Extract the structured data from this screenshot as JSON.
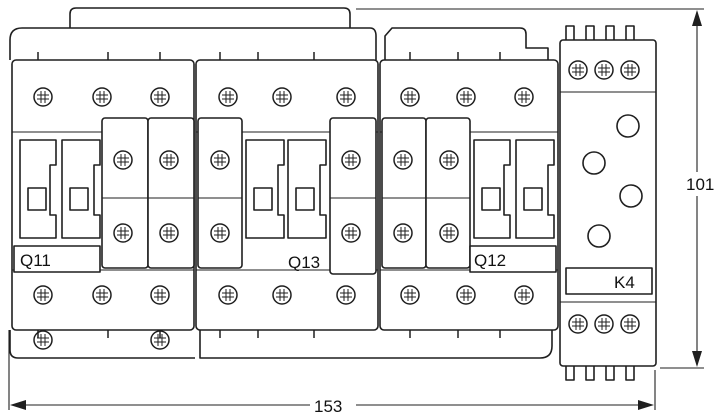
{
  "labels": {
    "q11": "Q11",
    "q13": "Q13",
    "q12": "Q12",
    "k4": "K4"
  },
  "dimensions": {
    "height": "101",
    "width": "153"
  }
}
